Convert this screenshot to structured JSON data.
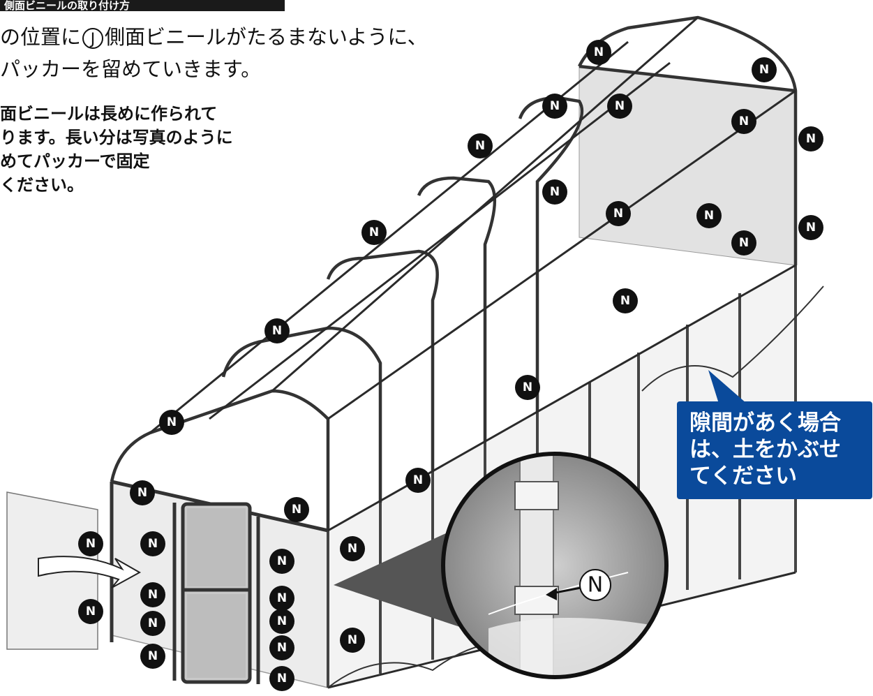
{
  "header": {
    "title": "側面ビニールの取り付け方"
  },
  "intro": {
    "line1_before": "の位置に",
    "part_letter": "J",
    "line1_after": "側面ビニールがたるまないように、",
    "line2": "パッカーを留めていきます。"
  },
  "note": {
    "lines": [
      "面ビニールは長めに作られて",
      "ります。長い分は写真のように",
      "めてパッカーで固定",
      "ください。"
    ]
  },
  "callout": {
    "lines": [
      "隙間があく場合",
      "は、土をかぶせ",
      "てください"
    ]
  },
  "part_badge": {
    "label": "N"
  },
  "inset": {
    "label": "N"
  },
  "colors": {
    "callout_bg": "#0a4a9b",
    "badge_fill": "#111111",
    "line": "#2a2a2a",
    "frame_fill": "#efefef"
  }
}
